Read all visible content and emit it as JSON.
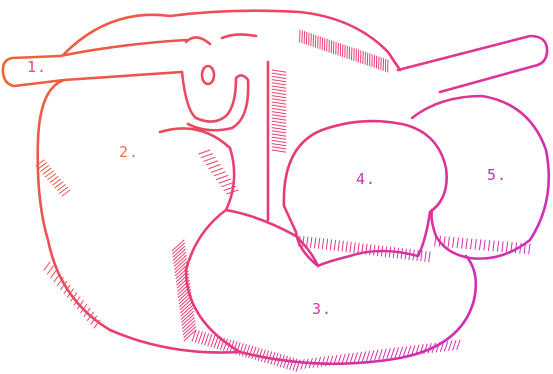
{
  "labels": [
    {
      "id": "1",
      "text": "1.",
      "color": "#ee4a63"
    },
    {
      "id": "2",
      "text": "2.",
      "color": "#ee6e47"
    },
    {
      "id": "3",
      "text": "3.",
      "color": "#d634a4"
    },
    {
      "id": "4",
      "text": "4.",
      "color": "#cc2fb4"
    },
    {
      "id": "5",
      "text": "5.",
      "color": "#c42ec4"
    }
  ],
  "colors": {
    "gradient_start": "#f06a2c",
    "gradient_mid": "#e83a78",
    "gradient_end": "#c22ad2"
  }
}
